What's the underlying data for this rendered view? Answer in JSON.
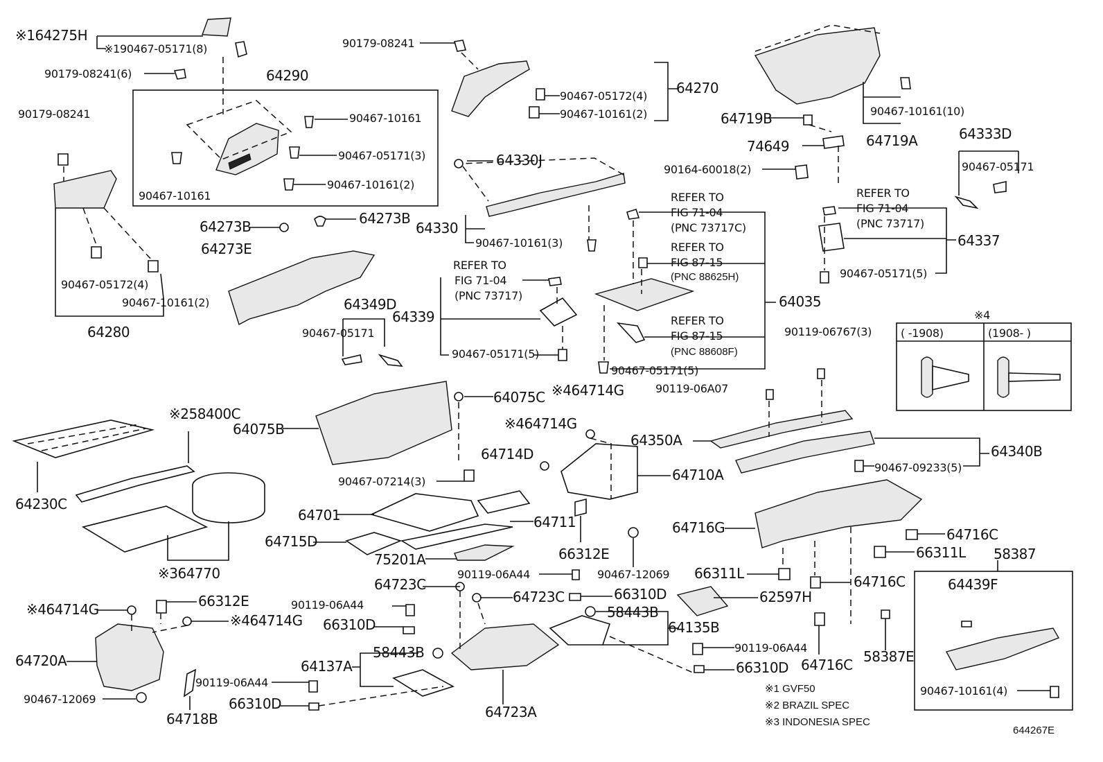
{
  "figure_code": "644267E",
  "legend_box": {
    "mark": "※4",
    "col1": "(      -1908)",
    "col2": "(1908-      )"
  },
  "notes": [
    "※1 GVF50",
    "※2 BRAZIL SPEC",
    "※3 INDONESIA SPEC"
  ],
  "labels": [
    {
      "id": "l1",
      "text": "※164275H"
    },
    {
      "id": "l2",
      "text": "※190467-05171(8)"
    },
    {
      "id": "l3",
      "text": "90179-08241(6)"
    },
    {
      "id": "l4",
      "text": "64290"
    },
    {
      "id": "l5",
      "text": "90179-08241"
    },
    {
      "id": "l6",
      "text": "90467-10161"
    },
    {
      "id": "l7",
      "text": "90467-05171(3)"
    },
    {
      "id": "l8",
      "text": "90467-10161(2)"
    },
    {
      "id": "l9",
      "text": "90467-10161"
    },
    {
      "id": "l10",
      "text": "64273B"
    },
    {
      "id": "l11",
      "text": "64273B"
    },
    {
      "id": "l12",
      "text": "64273E"
    },
    {
      "id": "l13",
      "text": "90467-05172(4)"
    },
    {
      "id": "l14",
      "text": "90467-10161(2)"
    },
    {
      "id": "l15",
      "text": "64280"
    },
    {
      "id": "l16",
      "text": "90179-08241"
    },
    {
      "id": "l17",
      "text": "90467-05172(4)"
    },
    {
      "id": "l18",
      "text": "90467-10161(2)"
    },
    {
      "id": "l19",
      "text": "64270"
    },
    {
      "id": "l20",
      "text": "64330J"
    },
    {
      "id": "l21",
      "text": "64330"
    },
    {
      "id": "l22",
      "text": "90467-10161(3)"
    },
    {
      "id": "l23",
      "text": "64349D"
    },
    {
      "id": "l24",
      "text": "90467-05171"
    },
    {
      "id": "l25",
      "text": "REFER TO"
    },
    {
      "id": "l26",
      "text": "FIG 71-04"
    },
    {
      "id": "l27",
      "text": "(PNC 73717)"
    },
    {
      "id": "l28",
      "text": "64339"
    },
    {
      "id": "l29",
      "text": "90467-05171(5)"
    },
    {
      "id": "l30",
      "text": "REFER TO"
    },
    {
      "id": "l31",
      "text": "FIG 71-04"
    },
    {
      "id": "l32",
      "text": "(PNC 73717C)"
    },
    {
      "id": "l33",
      "text": "REFER TO"
    },
    {
      "id": "l34",
      "text": "FIG 87-15"
    },
    {
      "id": "l35",
      "text": "(PNC 88625H)"
    },
    {
      "id": "l36",
      "text": "64035"
    },
    {
      "id": "l37",
      "text": "REFER TO"
    },
    {
      "id": "l38",
      "text": "FIG 87-15"
    },
    {
      "id": "l39",
      "text": "(PNC 88608F)"
    },
    {
      "id": "l40",
      "text": "90467-05171(5)"
    },
    {
      "id": "l41",
      "text": "64719B"
    },
    {
      "id": "l42",
      "text": "90467-10161(10)"
    },
    {
      "id": "l43",
      "text": "64719A"
    },
    {
      "id": "l44",
      "text": "74649"
    },
    {
      "id": "l45",
      "text": "90164-60018(2)"
    },
    {
      "id": "l46",
      "text": "64333D"
    },
    {
      "id": "l47",
      "text": "90467-05171"
    },
    {
      "id": "l48",
      "text": "REFER TO"
    },
    {
      "id": "l49",
      "text": "FIG 71-04"
    },
    {
      "id": "l50",
      "text": "(PNC 73717)"
    },
    {
      "id": "l51",
      "text": "64337"
    },
    {
      "id": "l52",
      "text": "90467-05171(5)"
    },
    {
      "id": "l53",
      "text": "90119-06767(3)"
    },
    {
      "id": "l54",
      "text": "90119-06A07"
    },
    {
      "id": "l55",
      "text": "※258400C"
    },
    {
      "id": "l56",
      "text": "64230C"
    },
    {
      "id": "l57",
      "text": "※364770"
    },
    {
      "id": "l58",
      "text": "64075B"
    },
    {
      "id": "l59",
      "text": "64075C"
    },
    {
      "id": "l60",
      "text": "90467-07214(3)"
    },
    {
      "id": "l61",
      "text": "64714D"
    },
    {
      "id": "l62",
      "text": "64701"
    },
    {
      "id": "l63",
      "text": "64711"
    },
    {
      "id": "l64",
      "text": "64715D"
    },
    {
      "id": "l65",
      "text": "75201A"
    },
    {
      "id": "l66",
      "text": "※464714G"
    },
    {
      "id": "l67",
      "text": "※464714G"
    },
    {
      "id": "l68",
      "text": "64350A"
    },
    {
      "id": "l69",
      "text": "64710A"
    },
    {
      "id": "l70",
      "text": "66312E"
    },
    {
      "id": "l71",
      "text": "90467-12069"
    },
    {
      "id": "l72",
      "text": "64340B"
    },
    {
      "id": "l73",
      "text": "90467-09233(5)"
    },
    {
      "id": "l74",
      "text": "64716G"
    },
    {
      "id": "l75",
      "text": "64716C"
    },
    {
      "id": "l76",
      "text": "66311L"
    },
    {
      "id": "l77",
      "text": "58387"
    },
    {
      "id": "l78",
      "text": "66311L"
    },
    {
      "id": "l79",
      "text": "64716C"
    },
    {
      "id": "l80",
      "text": "64439F"
    },
    {
      "id": "l81",
      "text": "62597H"
    },
    {
      "id": "l82",
      "text": "64723C"
    },
    {
      "id": "l83",
      "text": "90119-06A44"
    },
    {
      "id": "l84",
      "text": "66310D"
    },
    {
      "id": "l85",
      "text": "64723C"
    },
    {
      "id": "l86",
      "text": "58443B"
    },
    {
      "id": "l87",
      "text": "64135B"
    },
    {
      "id": "l88",
      "text": "90119-06A44"
    },
    {
      "id": "l89",
      "text": "66310D"
    },
    {
      "id": "l90",
      "text": "64716C"
    },
    {
      "id": "l91",
      "text": "58387E"
    },
    {
      "id": "l92",
      "text": "90467-10161(4)"
    },
    {
      "id": "l93",
      "text": "※464714G"
    },
    {
      "id": "l94",
      "text": "66312E"
    },
    {
      "id": "l95",
      "text": "※464714G"
    },
    {
      "id": "l96",
      "text": "90119-06A44"
    },
    {
      "id": "l97",
      "text": "66310D"
    },
    {
      "id": "l98",
      "text": "58443B"
    },
    {
      "id": "l99",
      "text": "64137A"
    },
    {
      "id": "l100",
      "text": "64720A"
    },
    {
      "id": "l101",
      "text": "90119-06A44"
    },
    {
      "id": "l102",
      "text": "66310D"
    },
    {
      "id": "l103",
      "text": "90467-12069"
    },
    {
      "id": "l104",
      "text": "64718B"
    },
    {
      "id": "l105",
      "text": "64723A"
    }
  ]
}
